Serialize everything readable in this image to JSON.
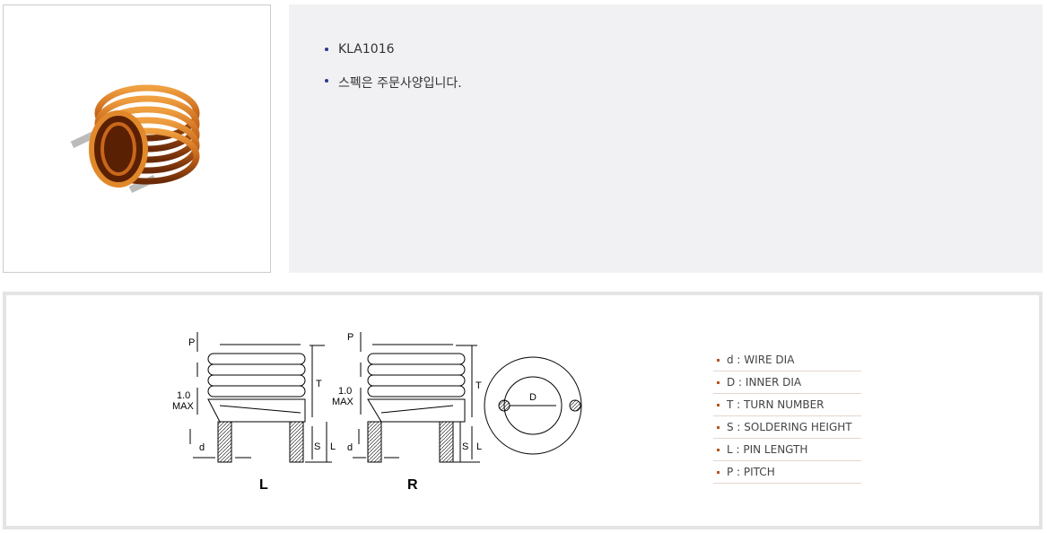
{
  "product": {
    "bullets": [
      "KLA1016",
      "스펙은 주문사양입니다."
    ]
  },
  "diagram": {
    "labels": {
      "P": "P",
      "max1": "1.0",
      "max2": "MAX",
      "T": "T",
      "S": "S",
      "L": "L",
      "d": "d",
      "D": "D"
    },
    "view_left": "L",
    "view_right": "R"
  },
  "legend": [
    "d : WIRE DIA",
    "D : INNER DIA",
    "T : TURN NUMBER",
    "S : SOLDERING HEIGHT",
    "L : PIN LENGTH",
    "P : PITCH"
  ],
  "colors": {
    "copper": "#c8661a",
    "panel": "#f1f1f3",
    "bullet": "#2a3a8f",
    "legend_bullet": "#b5561f"
  }
}
